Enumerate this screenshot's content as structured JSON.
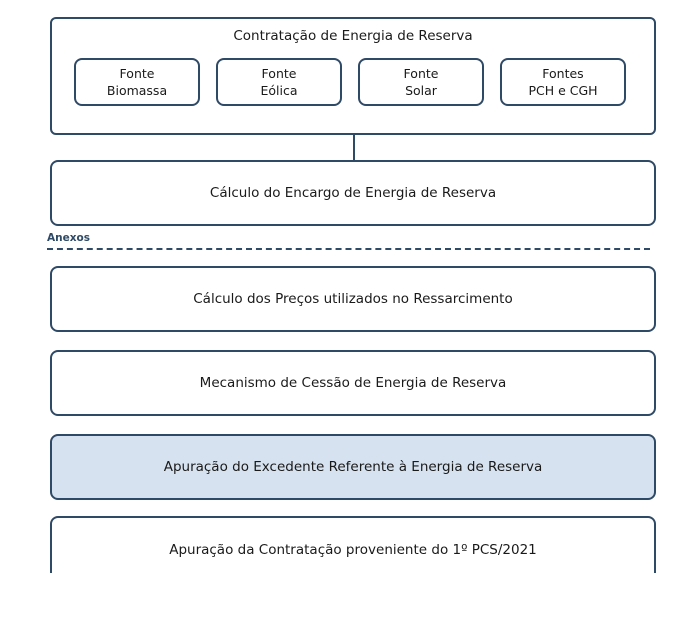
{
  "top": {
    "title": "Contratação de Energia de Reserva",
    "sources": [
      {
        "line1": "Fonte",
        "line2": "Biomassa"
      },
      {
        "line1": "Fonte",
        "line2": "Eólica"
      },
      {
        "line1": "Fonte",
        "line2": "Solar"
      },
      {
        "line1": "Fontes",
        "line2": "PCH e CGH"
      }
    ]
  },
  "calculo_encargo": "Cálculo do Encargo de Energia de Reserva",
  "annex_label": "Anexos",
  "annexes": [
    {
      "label": "Cálculo dos Preços utilizados no Ressarcimento",
      "highlighted": false
    },
    {
      "label": "Mecanismo de Cessão de Energia de Reserva",
      "highlighted": false
    },
    {
      "label": "Apuração do Excedente Referente à Energia de Reserva",
      "highlighted": true
    },
    {
      "label": "Apuração da Contratação proveniente do 1º PCS/2021",
      "highlighted": false
    }
  ],
  "colors": {
    "border": "#2f4a66",
    "highlight_fill": "#d6e2ef"
  }
}
